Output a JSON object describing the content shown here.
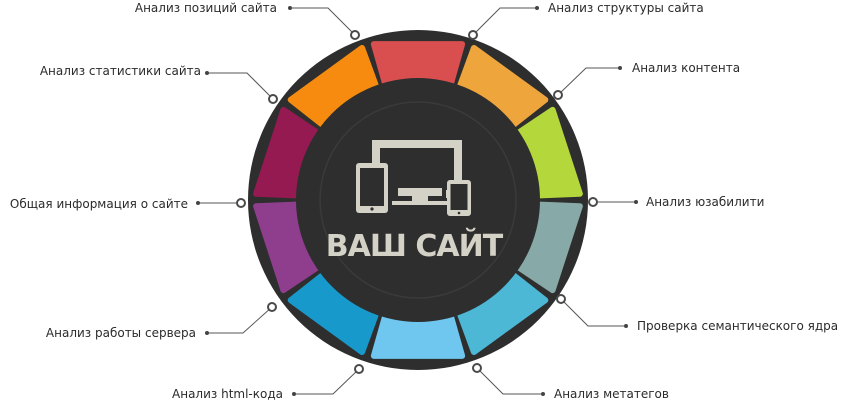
{
  "hub": {
    "label": "ВАШ САЙТ",
    "icon": "devices-icon",
    "background": "#2e2e2e",
    "icon_color": "#d4d1c6"
  },
  "segments": [
    {
      "name": "position-analysis",
      "label": "Анализ позиций сайта",
      "color": "#d94f4f"
    },
    {
      "name": "structure-analysis",
      "label": "Анализ структуры сайта",
      "color": "#eea63c"
    },
    {
      "name": "content-analysis",
      "label": "Анализ контента",
      "color": "#b4d83b"
    },
    {
      "name": "usability-analysis",
      "label": "Анализ юзабилити",
      "color": "#87a9a8"
    },
    {
      "name": "semantic-check",
      "label": "Проверка семантического ядра",
      "color": "#4db7d6"
    },
    {
      "name": "metatag-analysis",
      "label": "Анализ метатегов",
      "color": "#6fc6ef"
    },
    {
      "name": "html-analysis",
      "label": "Анализ html-кода",
      "color": "#1899cb"
    },
    {
      "name": "server-analysis",
      "label": "Анализ работы сервера",
      "color": "#8f3e8e"
    },
    {
      "name": "site-info",
      "label": "Общая информация о сайте",
      "color": "#951a52"
    },
    {
      "name": "statistics-analysis",
      "label": "Анализ статистики сайта",
      "color": "#f68b10"
    }
  ]
}
